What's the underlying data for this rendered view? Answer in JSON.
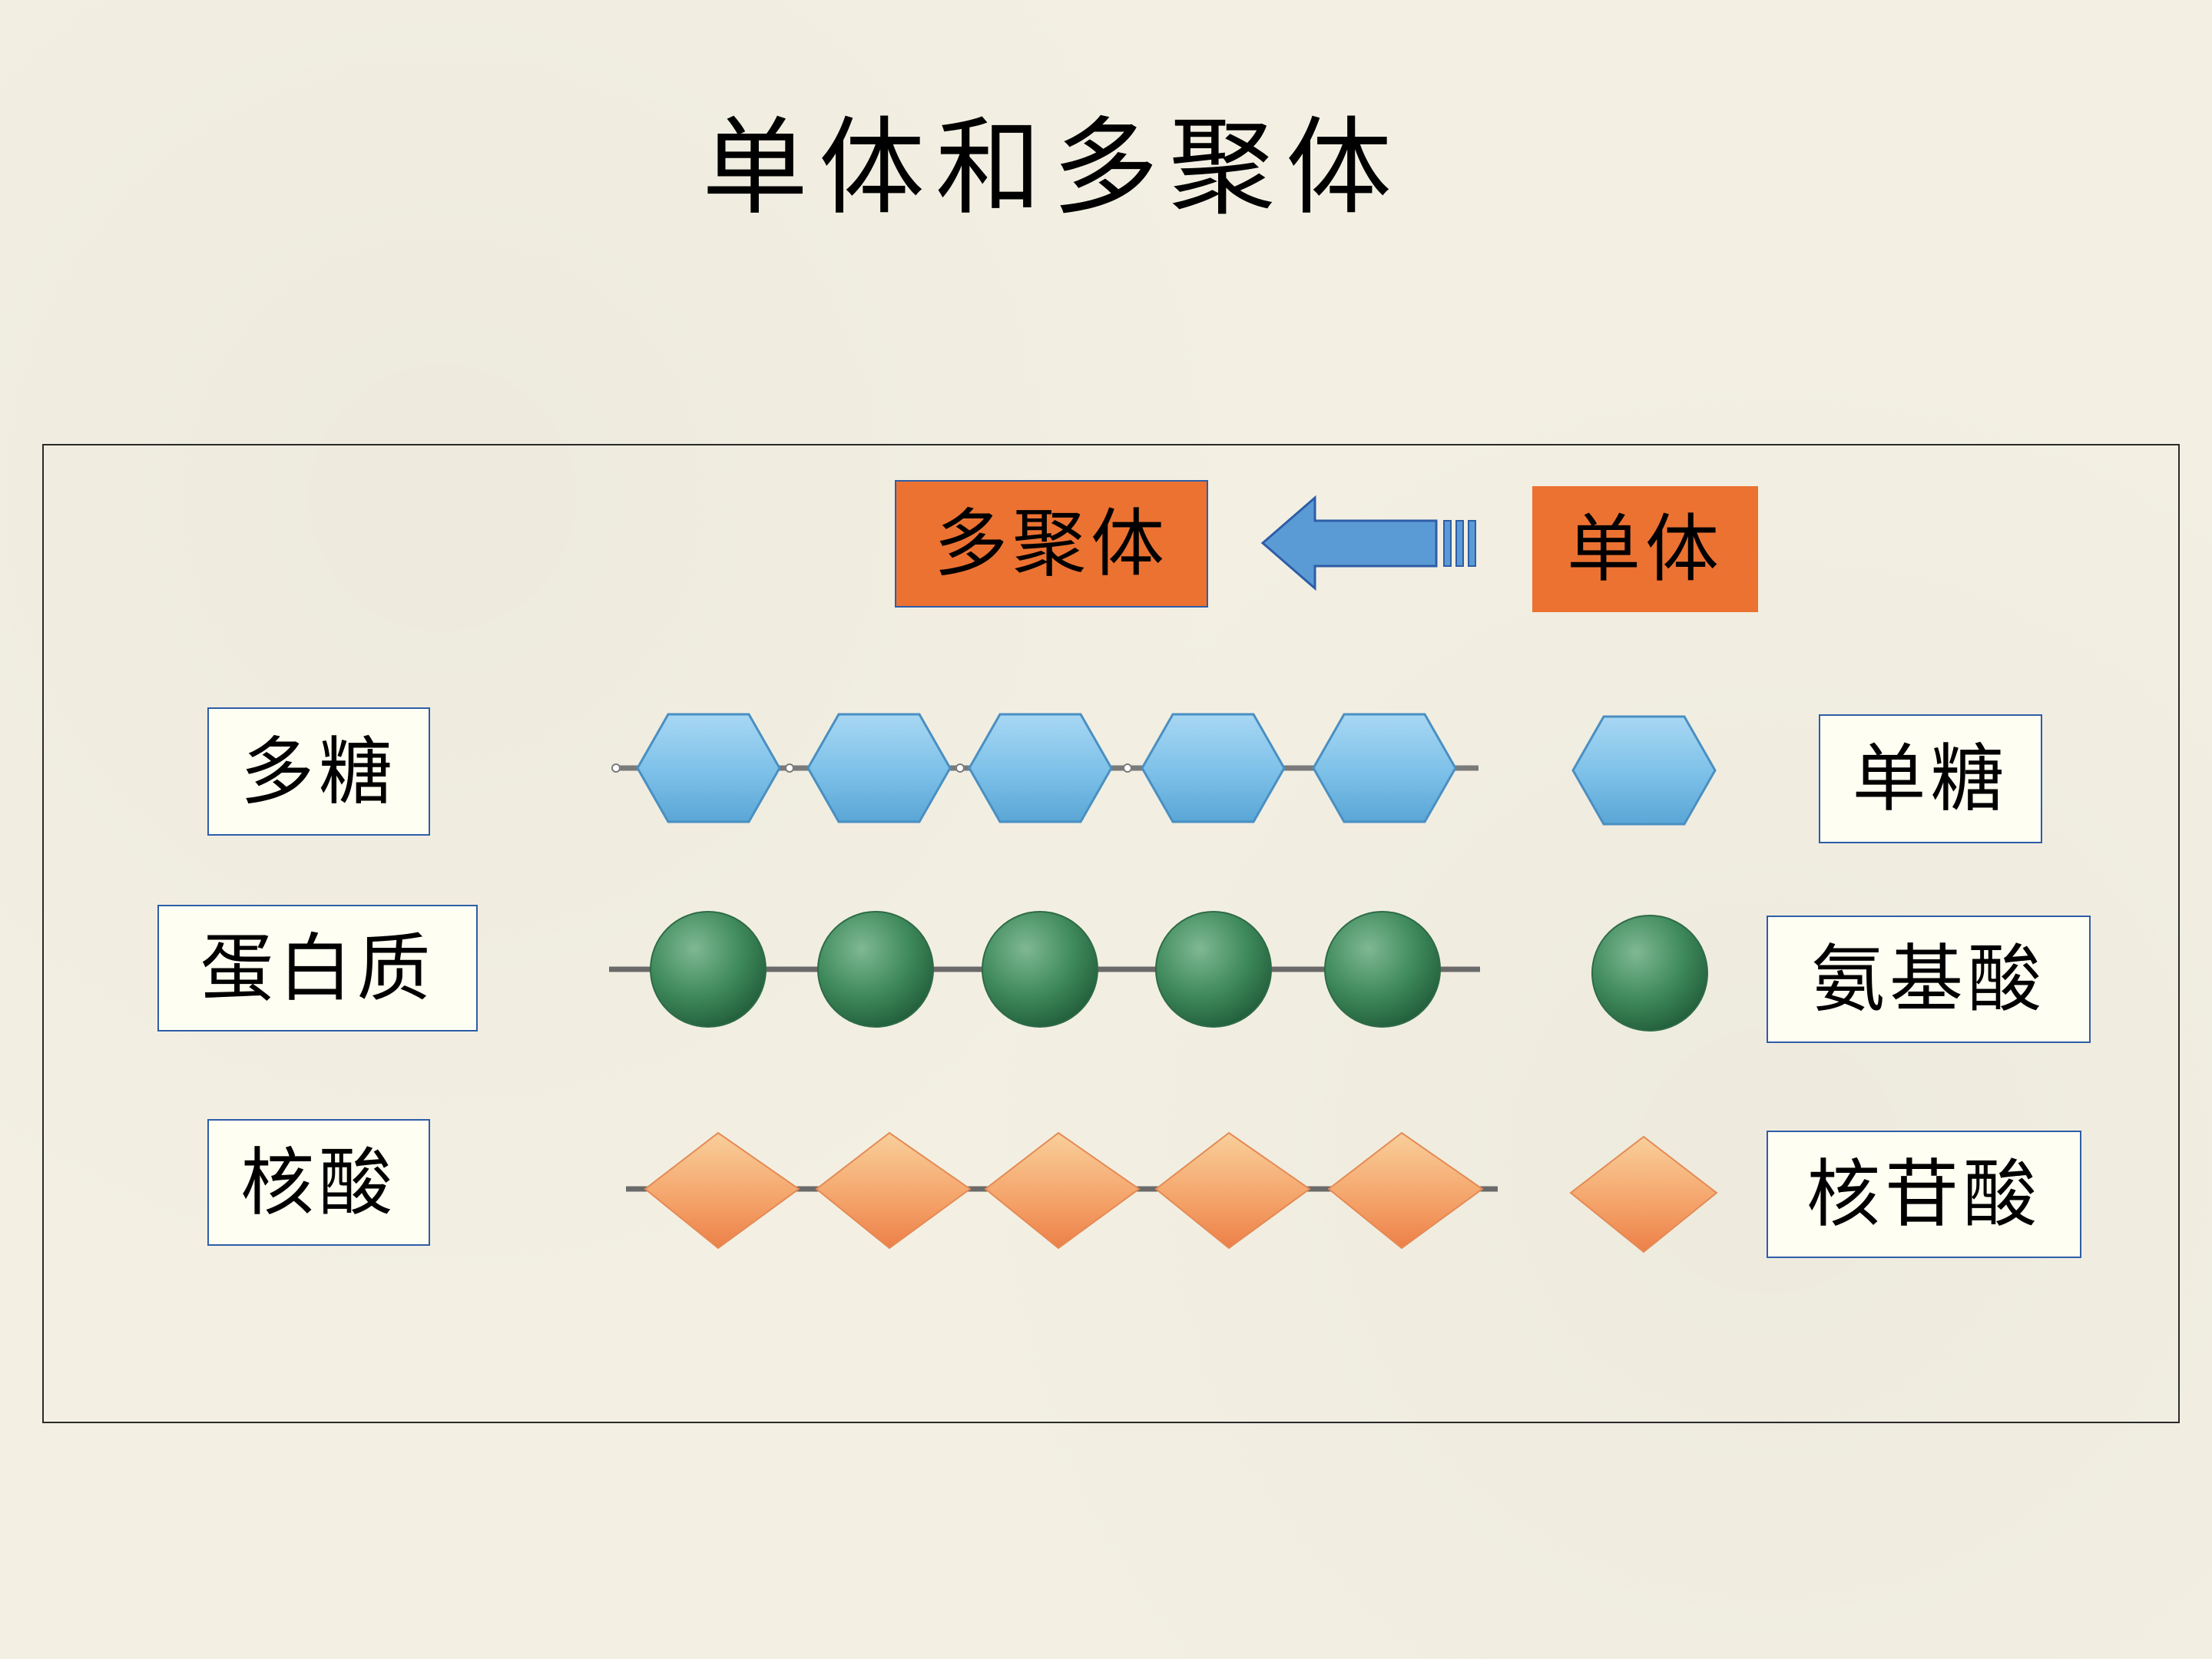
{
  "title": "单体和多聚体",
  "header": {
    "polymer": "多聚体",
    "monomer": "单体"
  },
  "rows": [
    {
      "polymer": "多糖",
      "monomer": "单糖",
      "shape": "hexagon"
    },
    {
      "polymer": "蛋白质",
      "monomer": "氨基酸",
      "shape": "circle"
    },
    {
      "polymer": "核酸",
      "monomer": "核苷酸",
      "shape": "diamond"
    }
  ],
  "colors": {
    "background": "#f3f0e3",
    "orange_box": "#ec7232",
    "arrow": "#5b9bd5",
    "hexagon": "#7cc0e8",
    "sphere": "#3f8a5c",
    "diamond": "#f4a268",
    "label_border": "#2e5da8"
  },
  "icons": {
    "arrow": "left-arrow-icon"
  }
}
